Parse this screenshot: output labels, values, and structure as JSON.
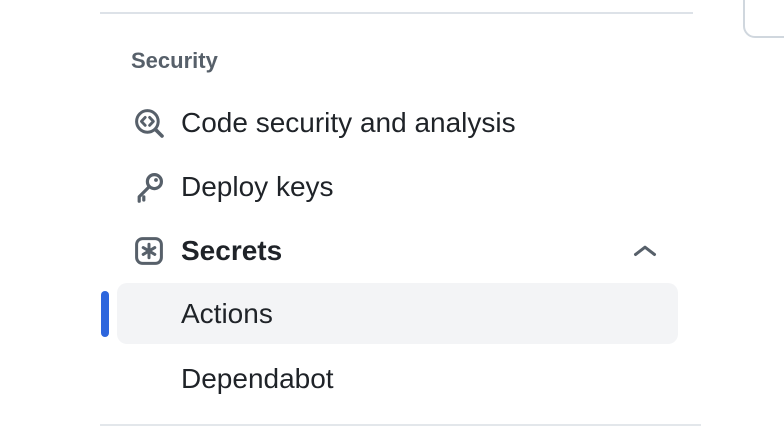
{
  "sidebar": {
    "section_title": "Security",
    "items": [
      {
        "label": "Code security and analysis",
        "icon": "codescan-icon",
        "selected": false
      },
      {
        "label": "Deploy keys",
        "icon": "key-icon",
        "selected": false
      },
      {
        "label": "Secrets",
        "icon": "key-asterisk-icon",
        "expanded": true,
        "chevron": "chevron-up-icon",
        "selected": false
      },
      {
        "label": "Actions",
        "parent": "Secrets",
        "selected": true
      },
      {
        "label": "Dependabot",
        "parent": "Secrets",
        "selected": false
      }
    ]
  },
  "colors": {
    "accent_blue": "#2d66dd",
    "selected_bg": "#f3f4f6",
    "icon_gray": "#57606a",
    "text_dark": "#1f2328",
    "header_gray": "#57606a",
    "divider": "#dde2e8",
    "panel_border": "#d0d7de"
  }
}
